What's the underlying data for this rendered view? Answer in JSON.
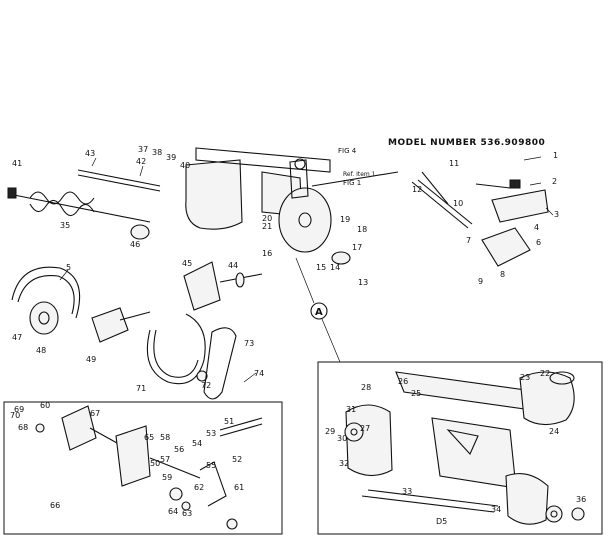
{
  "header": {
    "model_number": "MODEL NUMBER 536.909800",
    "fig_label": "FIG 4",
    "ref_label": "Ref. Item 1",
    "fig1_label": "FIG 1"
  },
  "callouts": {
    "main_marker": "A",
    "inset_label": "D5"
  },
  "part_numbers": [
    "1",
    "2",
    "3",
    "4",
    "5",
    "6",
    "7",
    "8",
    "9",
    "10",
    "11",
    "12",
    "13",
    "14",
    "15",
    "16",
    "17",
    "18",
    "19",
    "20",
    "21",
    "22",
    "23",
    "24",
    "25",
    "26",
    "27",
    "28",
    "29",
    "30",
    "31",
    "32",
    "33",
    "34",
    "35",
    "36",
    "37",
    "38",
    "39",
    "40",
    "41",
    "42",
    "43",
    "44",
    "45",
    "46",
    "47",
    "48",
    "49",
    "50",
    "51",
    "52",
    "53",
    "54",
    "55",
    "56",
    "57",
    "58",
    "59",
    "60",
    "61",
    "62",
    "63",
    "64",
    "65",
    "66",
    "67",
    "68",
    "69",
    "70",
    "71",
    "72",
    "73",
    "74"
  ]
}
